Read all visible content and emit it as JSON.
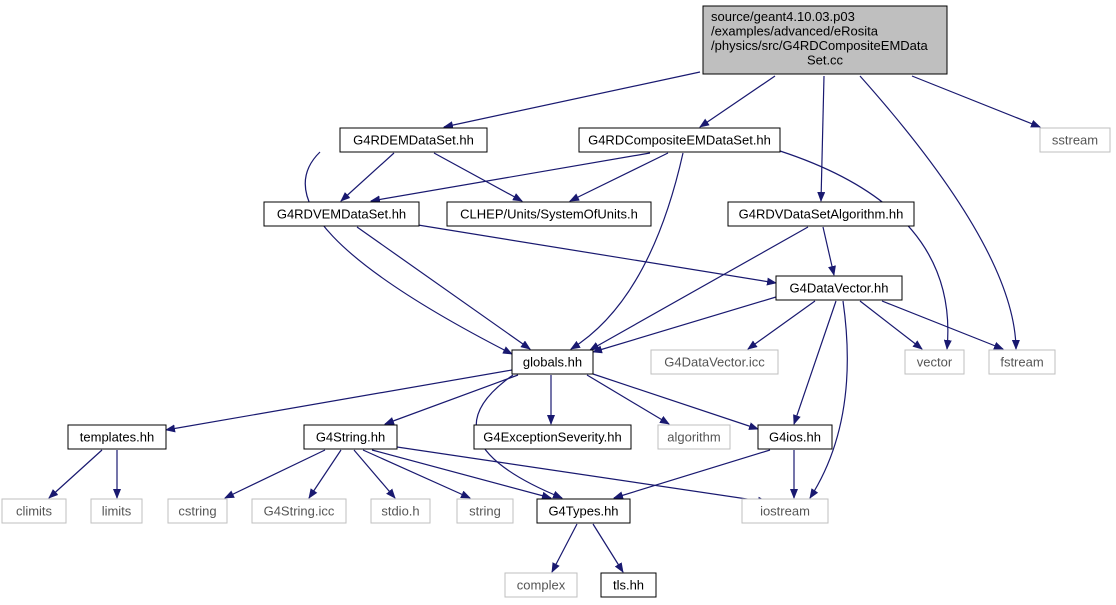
{
  "colors": {
    "edge": "#191970",
    "root_fill": "#bfbfbf",
    "node_border": "#000000",
    "system_border": "#bfbfbf",
    "system_text": "#555555",
    "background": "#ffffff"
  },
  "nodes": [
    {
      "id": "root",
      "kind": "root",
      "lines": [
        "source/geant4.10.03.p03",
        "/examples/advanced/eRosita",
        "/physics/src/G4RDCompositeEMData",
        "Set.cc"
      ]
    },
    {
      "id": "g4rdemdataset",
      "kind": "file",
      "label": "G4RDEMDataSet.hh"
    },
    {
      "id": "g4rdcompositeemdataset",
      "kind": "file",
      "label": "G4RDCompositeEMDataSet.hh"
    },
    {
      "id": "sstream",
      "kind": "system",
      "label": "sstream"
    },
    {
      "id": "g4rdvemdataset",
      "kind": "file",
      "label": "G4RDVEMDataSet.hh"
    },
    {
      "id": "systemofunits",
      "kind": "file",
      "label": "CLHEP/Units/SystemOfUnits.h"
    },
    {
      "id": "g4rdvdatasetalgorithm",
      "kind": "file",
      "label": "G4RDVDataSetAlgorithm.hh"
    },
    {
      "id": "g4datavector",
      "kind": "file",
      "label": "G4DataVector.hh"
    },
    {
      "id": "globals",
      "kind": "file",
      "label": "globals.hh"
    },
    {
      "id": "g4datavectoricc",
      "kind": "system",
      "label": "G4DataVector.icc"
    },
    {
      "id": "vector",
      "kind": "system",
      "label": "vector"
    },
    {
      "id": "fstream",
      "kind": "system",
      "label": "fstream"
    },
    {
      "id": "templates",
      "kind": "file",
      "label": "templates.hh"
    },
    {
      "id": "g4string",
      "kind": "file",
      "label": "G4String.hh"
    },
    {
      "id": "g4exceptionseverity",
      "kind": "file",
      "label": "G4ExceptionSeverity.hh"
    },
    {
      "id": "algorithm",
      "kind": "system",
      "label": "algorithm"
    },
    {
      "id": "g4ios",
      "kind": "file",
      "label": "G4ios.hh"
    },
    {
      "id": "climits",
      "kind": "system",
      "label": "climits"
    },
    {
      "id": "limits",
      "kind": "system",
      "label": "limits"
    },
    {
      "id": "cstring",
      "kind": "system",
      "label": "cstring"
    },
    {
      "id": "g4stringicc",
      "kind": "system",
      "label": "G4String.icc"
    },
    {
      "id": "stdio",
      "kind": "system",
      "label": "stdio.h"
    },
    {
      "id": "string",
      "kind": "system",
      "label": "string"
    },
    {
      "id": "g4types",
      "kind": "file",
      "label": "G4Types.hh"
    },
    {
      "id": "iostream",
      "kind": "system",
      "label": "iostream"
    },
    {
      "id": "complex",
      "kind": "system",
      "label": "complex"
    },
    {
      "id": "tls",
      "kind": "file",
      "label": "tls.hh"
    }
  ],
  "edges": [
    [
      "root",
      "g4rdemdataset"
    ],
    [
      "root",
      "g4rdcompositeemdataset"
    ],
    [
      "root",
      "g4rdvdatasetalgorithm"
    ],
    [
      "root",
      "fstream"
    ],
    [
      "root",
      "sstream"
    ],
    [
      "g4rdemdataset",
      "g4rdvemdataset"
    ],
    [
      "g4rdemdataset",
      "systemofunits"
    ],
    [
      "g4rdemdataset",
      "globals"
    ],
    [
      "g4rdcompositeemdataset",
      "g4rdvemdataset"
    ],
    [
      "g4rdcompositeemdataset",
      "systemofunits"
    ],
    [
      "g4rdcompositeemdataset",
      "globals"
    ],
    [
      "g4rdcompositeemdataset",
      "vector"
    ],
    [
      "g4rdvemdataset",
      "globals"
    ],
    [
      "g4rdvemdataset",
      "g4datavector"
    ],
    [
      "g4rdvdatasetalgorithm",
      "g4datavector"
    ],
    [
      "g4rdvdatasetalgorithm",
      "globals"
    ],
    [
      "g4datavector",
      "globals"
    ],
    [
      "g4datavector",
      "g4datavectoricc"
    ],
    [
      "g4datavector",
      "vector"
    ],
    [
      "g4datavector",
      "fstream"
    ],
    [
      "g4datavector",
      "g4ios"
    ],
    [
      "g4datavector",
      "iostream"
    ],
    [
      "globals",
      "templates"
    ],
    [
      "globals",
      "g4string"
    ],
    [
      "globals",
      "g4exceptionseverity"
    ],
    [
      "globals",
      "algorithm"
    ],
    [
      "globals",
      "g4ios"
    ],
    [
      "globals",
      "g4types"
    ],
    [
      "templates",
      "climits"
    ],
    [
      "templates",
      "limits"
    ],
    [
      "g4string",
      "cstring"
    ],
    [
      "g4string",
      "g4stringicc"
    ],
    [
      "g4string",
      "stdio"
    ],
    [
      "g4string",
      "string"
    ],
    [
      "g4string",
      "g4types"
    ],
    [
      "g4string",
      "iostream"
    ],
    [
      "g4ios",
      "g4types"
    ],
    [
      "g4ios",
      "iostream"
    ],
    [
      "g4types",
      "complex"
    ],
    [
      "g4types",
      "tls"
    ]
  ]
}
